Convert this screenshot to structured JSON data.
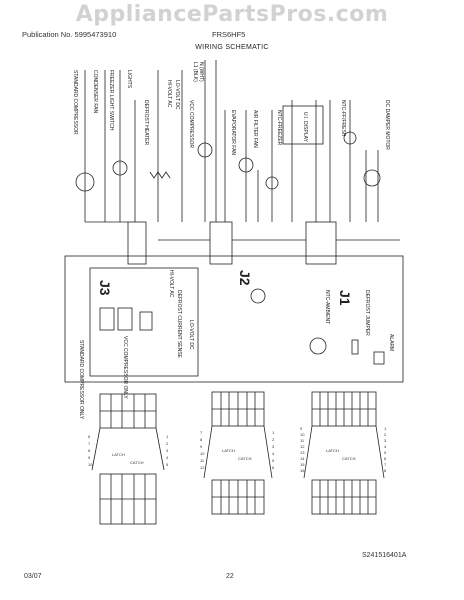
{
  "watermark": "AppliancePartsPros.com",
  "header": {
    "left": "Publication No. 5995473910",
    "right": "FRS6HF5",
    "title": "WIRING SCHEMATIC"
  },
  "side_labels": {
    "standard_compressor": "STANDARD COMPRESSOR",
    "condenser_fan": "CONDENSER FAN",
    "freezer_light": "FREEZER LIGHT SWITCH",
    "lights": "LIGHTS",
    "defrost_heater": "DEFROST HEATER",
    "hi_volt_ac": "HI-VOLT AC",
    "lo_volt_dc": "LO-VOLT DC",
    "evaporator_fan": "EVAPORATOR FAN",
    "air_filter_fan": "AIR FILTER FAN",
    "ntc_freezer": "NTC-FREEZER",
    "ui_display": "U.I. DISPLAY",
    "ntc_ff": "NTC-FF/FRESH",
    "dc_damper_motor": "DC DAMPER MOTOR",
    "vcc_compressor": "VCC COMPRESSOR",
    "l1": "L1 (BLK)",
    "n": "N (WHT)"
  },
  "board": {
    "j1": "J1",
    "j2": "J2",
    "j3": "J3",
    "alarm": "ALARM",
    "defrost_jumper": "DEFROST JUMPER",
    "ntc_ambient": "NTC-AMBIENT",
    "defrost_current_sense": "DEFROST CURRENT SENSE",
    "hi_volt_ac": "HI-VOLT AC",
    "lo_volt_dc": "LO-VOLT DC",
    "vcc_compressor_only": "VCC COMPRESSOR ONLY",
    "standard_compressor_only": "STANDARD COMPRESSOR ONLY"
  },
  "connectors": {
    "left_top": [
      "1",
      "2",
      "3",
      "4",
      "5"
    ],
    "left_bottom": [
      "6",
      "7",
      "8",
      "9",
      "10"
    ],
    "mid_top": [
      "1",
      "2",
      "3",
      "4",
      "5",
      "6"
    ],
    "mid_bottom": [
      "7",
      "8",
      "9",
      "10",
      "11",
      "12"
    ],
    "right_top": [
      "1",
      "2",
      "3",
      "4",
      "5",
      "6",
      "7",
      "8"
    ],
    "right_bottom": [
      "9",
      "10",
      "11",
      "12",
      "13",
      "14",
      "15",
      "16"
    ],
    "latch": "LATCH",
    "catch": "CATCH"
  },
  "part_number": "S241516401A",
  "footer": {
    "date": "03/07",
    "page": "22"
  }
}
